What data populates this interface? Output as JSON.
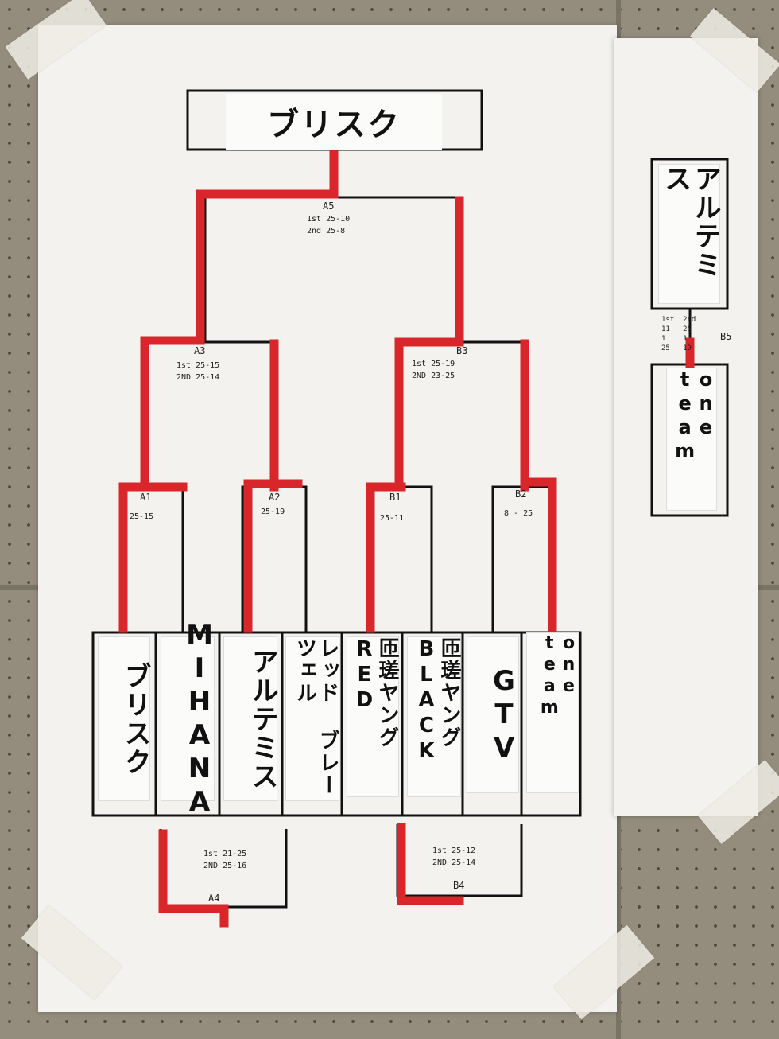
{
  "champion": "ブリスク",
  "teams": [
    "ブリスク",
    "MIHANA",
    "アルテミス",
    "レッド\nブレーツェル",
    "匝瑳ヤング\nRED",
    "匝瑳ヤング\nBLACK",
    "GTV",
    "one team"
  ],
  "matches": {
    "A1": {
      "label": "A1",
      "score": "25-15"
    },
    "A2": {
      "label": "A2",
      "score": "25-19"
    },
    "B1": {
      "label": "B1",
      "score": "25-11"
    },
    "B2": {
      "label": "B2",
      "score": "8 - 25"
    },
    "A3": {
      "label": "A3",
      "score": "1st 25-15\n2ND 25-14"
    },
    "B3": {
      "label": "B3",
      "score": "1st 25-19\n2ND 23-25"
    },
    "A5": {
      "label": "A5",
      "score": "1st 25-10\n2nd 25-8"
    },
    "A4": {
      "label": "A4",
      "score": "1st 21-25\n2ND 25-16"
    },
    "B4": {
      "label": "B4",
      "score": "1st 25-12\n2ND 25-14"
    },
    "B5": {
      "label": "B5",
      "score": "1st  2nd\n11   25\n1    1\n25   19"
    }
  },
  "side_bracket": {
    "top": "アルテミス",
    "bottom": "one team"
  },
  "colors": {
    "winner_line": "#d9262b",
    "line": "#111111",
    "paper": "#f3f2ee",
    "board": "#948d7d"
  }
}
